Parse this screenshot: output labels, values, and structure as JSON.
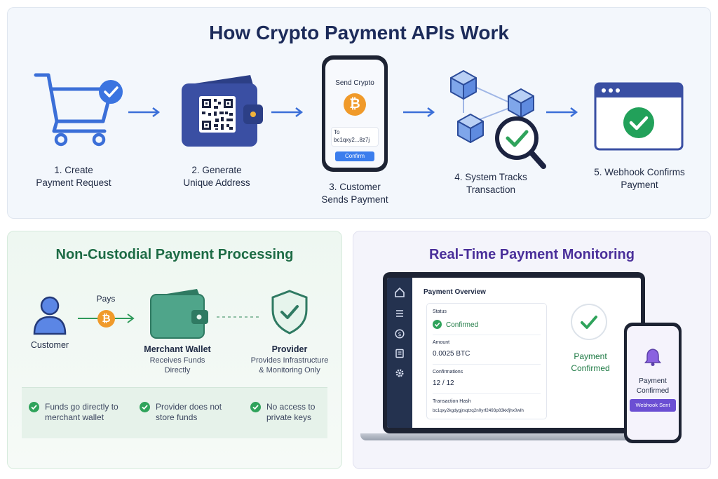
{
  "top": {
    "title": "How Crypto Payment APIs Work",
    "steps": [
      {
        "line1": "1. Create",
        "line2": "Payment Request",
        "icon": "shopping-cart-check-icon"
      },
      {
        "line1": "2. Generate",
        "line2": "Unique Address",
        "icon": "wallet-qr-icon"
      },
      {
        "line1": "3. Customer",
        "line2": "Sends Payment",
        "icon": "phone-send-icon"
      },
      {
        "line1": "4. System Tracks",
        "line2": "Transaction",
        "icon": "blockchain-search-icon"
      },
      {
        "line1": "5. Webhook Confirms",
        "line2": "Payment",
        "icon": "browser-check-icon"
      }
    ],
    "phone": {
      "header": "Send Crypto",
      "to_label": "To",
      "address": "bc1qxy2...8z7j",
      "button": "Confirm",
      "coin_symbol": "₿"
    }
  },
  "noncustodial": {
    "title": "Non-Custodial Payment Processing",
    "customer": "Customer",
    "pays": "Pays",
    "wallet_title": "Merchant Wallet",
    "wallet_sub1": "Receives Funds",
    "wallet_sub2": "Directly",
    "provider_title": "Provider",
    "provider_sub1": "Provides Infrastructure",
    "provider_sub2": "& Monitoring Only",
    "checks": [
      {
        "line1": "Funds go directly to",
        "line2": "merchant wallet"
      },
      {
        "line1": "Provider does not",
        "line2": "store funds"
      },
      {
        "line1": "No access to",
        "line2": "private keys"
      }
    ],
    "coin_symbol": "₿"
  },
  "monitoring": {
    "title": "Real-Time Payment Monitoring",
    "overview_title": "Payment Overview",
    "status_label": "Status",
    "status_value": "Confirmed",
    "amount_label": "Amount",
    "amount_value": "0.0025 BTC",
    "confirmations_label": "Confirmations",
    "confirmations_value": "12 / 12",
    "hash_label": "Transaction Hash",
    "hash_value": "bc1qxy2kgdygjrsqtzq2n0yrf2493p83kkfjhx0wlh",
    "confirmed_line1": "Payment",
    "confirmed_line2": "Confirmed",
    "phone_line1": "Payment",
    "phone_line2": "Confirmed",
    "webhook_button": "Webhook Sent",
    "sidebar_icons": [
      "home-icon",
      "list-icon",
      "dollar-icon",
      "document-icon",
      "settings-icon"
    ]
  },
  "colors": {
    "navy": "#1c2b5a",
    "blue": "#3b6fd8",
    "green": "#2fa35b",
    "purple": "#5b3fa8",
    "teal": "#4fa58a",
    "orange": "#f09a2a"
  }
}
